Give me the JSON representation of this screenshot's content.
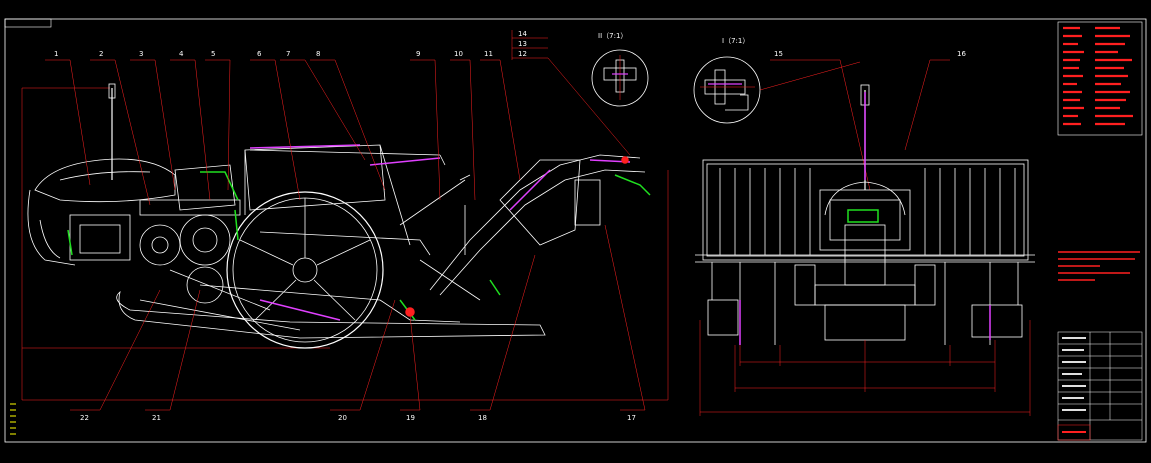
{
  "drawing": {
    "sheet_tag": "",
    "colors": {
      "background": "#000000",
      "outline": "#ffffff",
      "leader": "#ff2020",
      "highlight": "#20e020",
      "accent": "#e040ff",
      "cyan": "#00ffff",
      "yellow": "#ffff00"
    },
    "part_numbers_top": [
      "1",
      "2",
      "3",
      "4",
      "5",
      "6",
      "7",
      "8",
      "9",
      "10",
      "11",
      "12",
      "13",
      "14",
      "15",
      "16"
    ],
    "part_numbers_bottom": [
      "22",
      "21",
      "20",
      "19",
      "18",
      "17"
    ],
    "detail_views": [
      {
        "label": "II（7:1）"
      },
      {
        "label": "I（7:1）"
      }
    ],
    "tech_notes_title": "",
    "title_block_lines": []
  }
}
